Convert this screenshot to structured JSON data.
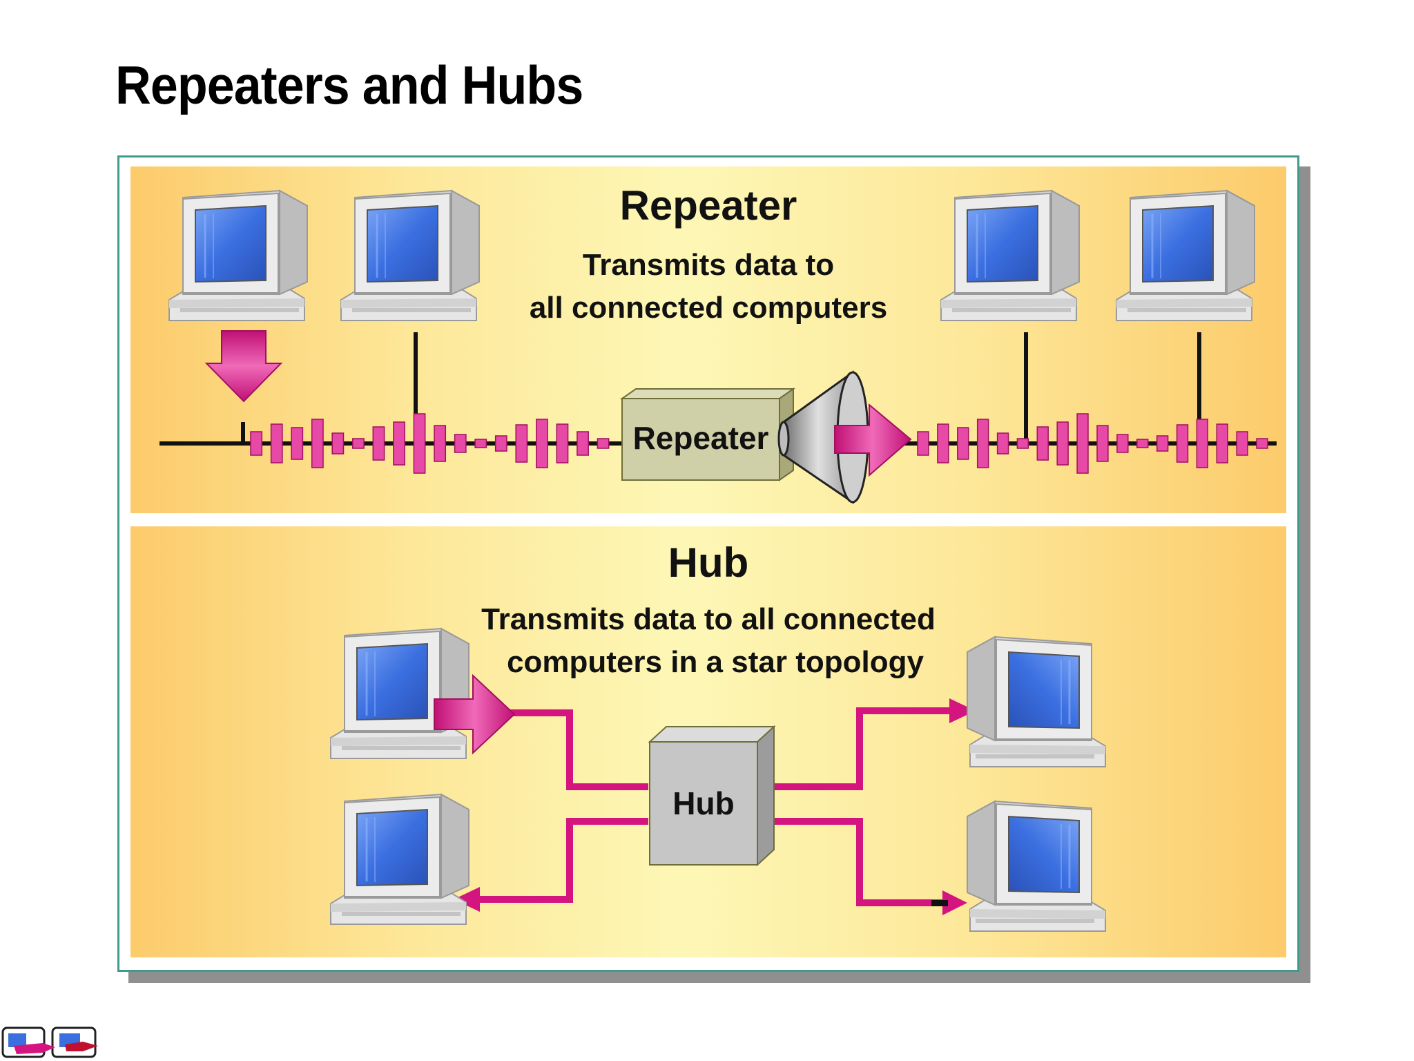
{
  "slide": {
    "title": "Repeaters and Hubs"
  },
  "repeater_section": {
    "heading": "Repeater",
    "description_line1": "Transmits data to",
    "description_line2": "all connected computers",
    "device_label": "Repeater"
  },
  "hub_section": {
    "heading": "Hub",
    "description_line1": "Transmits data to all connected",
    "description_line2": "computers in a star topology",
    "device_label": "Hub"
  },
  "colors": {
    "panel_edge": "#fccb6b",
    "panel_center": "#fdf7b6",
    "frame_border": "#3f9b8e",
    "signal_magenta": "#d4147f",
    "screen_blue": "#3b6fe0"
  },
  "icons": {
    "computer": "desktop-computer-icon",
    "amplifier": "speaker-cone-icon",
    "nav": "slide-navigation-icon"
  }
}
